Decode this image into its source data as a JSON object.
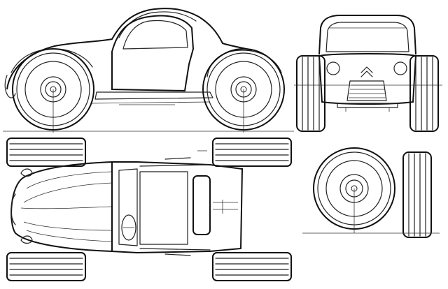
{
  "drawing": {
    "subject": "",
    "views": [
      "side-view",
      "front-view",
      "top-view",
      "wheel-detail"
    ]
  },
  "colors": {
    "ink": "#222222",
    "paper": "#ffffff"
  }
}
